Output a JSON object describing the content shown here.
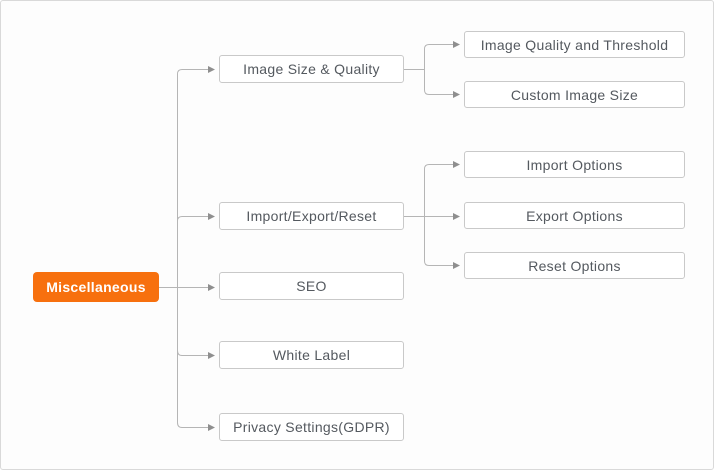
{
  "diagram": {
    "root": {
      "label": "Miscellaneous"
    },
    "level1": [
      {
        "label": "Image Size & Quality"
      },
      {
        "label": "Import/Export/Reset"
      },
      {
        "label": "SEO"
      },
      {
        "label": "White Label"
      },
      {
        "label": "Privacy Settings(GDPR)"
      }
    ],
    "level2_image_size": [
      {
        "label": "Image Quality and Threshold"
      },
      {
        "label": "Custom Image Size"
      }
    ],
    "level2_import_export": [
      {
        "label": "Import Options"
      },
      {
        "label": "Export Options"
      },
      {
        "label": "Reset Options"
      }
    ],
    "colors": {
      "accent_orange": "#f7700e",
      "root_text": "#ffffff",
      "node_border": "#c9c9c9",
      "node_text": "#54595f",
      "connector_line": "#b5b5b5",
      "arrowhead": "#8f8f8f",
      "canvas_bg": "#fdfdfd",
      "canvas_border": "#d9d9d9"
    }
  }
}
